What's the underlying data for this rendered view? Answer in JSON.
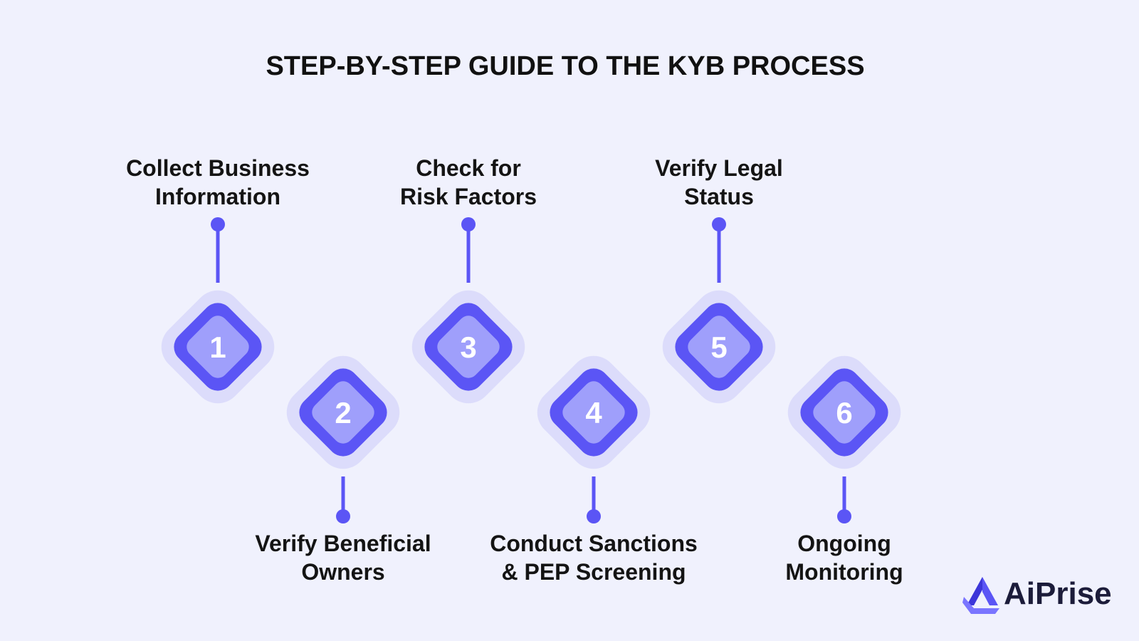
{
  "title": "STEP-BY-STEP GUIDE TO THE KYB PROCESS",
  "colors": {
    "background": "#f0f1fd",
    "accent": "#5b55f5",
    "halo": "#dcdcfb",
    "inner": "#9f9ffb",
    "text": "#141414"
  },
  "steps": [
    {
      "number": "1",
      "line1": "Collect Business",
      "line2": "Information",
      "position": "top"
    },
    {
      "number": "2",
      "line1": "Verify Beneficial",
      "line2": "Owners",
      "position": "bottom"
    },
    {
      "number": "3",
      "line1": "Check for",
      "line2": "Risk Factors",
      "position": "top"
    },
    {
      "number": "4",
      "line1": "Conduct Sanctions",
      "line2": "& PEP Screening",
      "position": "bottom"
    },
    {
      "number": "5",
      "line1": "Verify Legal",
      "line2": "Status",
      "position": "top"
    },
    {
      "number": "6",
      "line1": "Ongoing",
      "line2": "Monitoring",
      "position": "bottom"
    }
  ],
  "logo": {
    "text": "AiPrise",
    "icon": "aiprise-logo-icon"
  }
}
